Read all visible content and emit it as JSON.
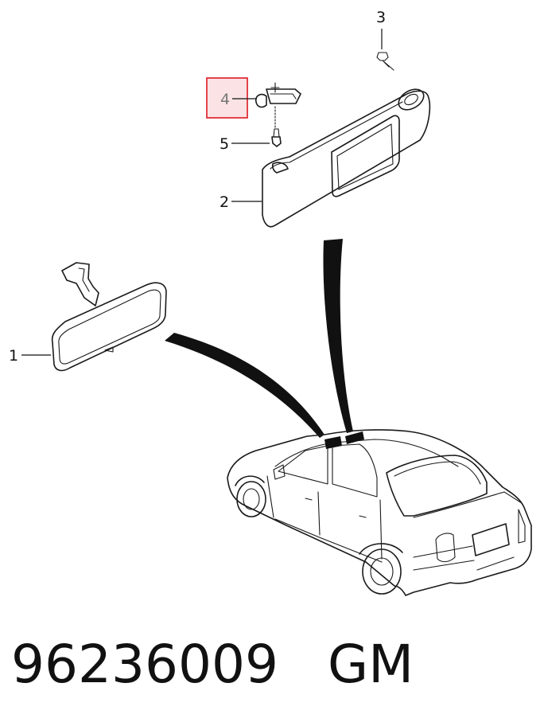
{
  "callouts": {
    "c1": "1",
    "c2": "2",
    "c3": "3",
    "c4": "4",
    "c5": "5"
  },
  "highlight": {
    "callout": "4",
    "color": "#e0303a",
    "fill": "#fbe3e5"
  },
  "footer": {
    "part_number": "96236009",
    "brand": "GM"
  }
}
